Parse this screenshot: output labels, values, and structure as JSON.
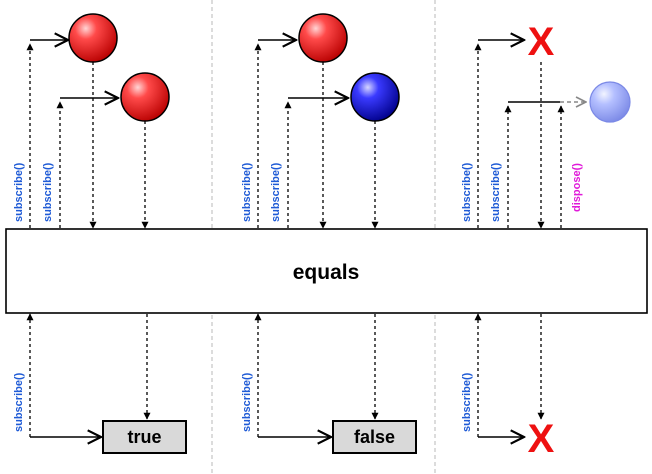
{
  "operator": {
    "label": "equals"
  },
  "labels": {
    "subscribe": "subscribe()",
    "dispose": "dispose()"
  },
  "icons": {
    "ball": "sphere-icon",
    "error": "x-icon"
  },
  "colors": {
    "red_ball": "#ff2020",
    "blue_ball": "#1a1aff",
    "faded_ball": "#9aa8ff",
    "error_x": "#ee1111",
    "subscribe_text": "#1f5bd6",
    "dispose_text": "#e01ad9",
    "result_box": "#d9d9d9",
    "divider": "#b8b8b8"
  },
  "panels": [
    {
      "source_a": {
        "emission": "red-ball"
      },
      "source_b": {
        "emission": "red-ball"
      },
      "result": {
        "kind": "box",
        "label": "true"
      }
    },
    {
      "source_a": {
        "emission": "red-ball"
      },
      "source_b": {
        "emission": "blue-ball"
      },
      "result": {
        "kind": "box",
        "label": "false"
      }
    },
    {
      "source_a": {
        "emission": "error",
        "label": "X"
      },
      "source_b": {
        "emission": "faded-ball",
        "disposed": true
      },
      "result": {
        "kind": "error",
        "label": "X"
      }
    }
  ]
}
